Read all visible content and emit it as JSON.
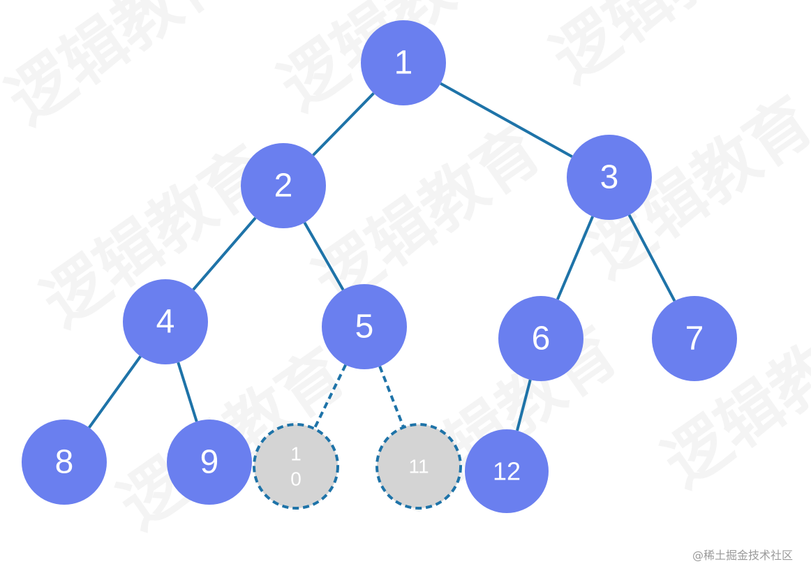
{
  "watermark": {
    "text": "逻辑教育"
  },
  "credit": "@稀土掘金技术社区",
  "colors": {
    "node_fill": "#6a7fef",
    "edge": "#1e73a8",
    "missing_fill": "#d4d4d4",
    "missing_stroke": "#1e73a8",
    "label": "#ffffff"
  },
  "tree": {
    "nodes": [
      {
        "id": "1",
        "label": "1",
        "state": "present"
      },
      {
        "id": "2",
        "label": "2",
        "state": "present"
      },
      {
        "id": "3",
        "label": "3",
        "state": "present"
      },
      {
        "id": "4",
        "label": "4",
        "state": "present"
      },
      {
        "id": "5",
        "label": "5",
        "state": "present"
      },
      {
        "id": "6",
        "label": "6",
        "state": "present"
      },
      {
        "id": "7",
        "label": "7",
        "state": "present"
      },
      {
        "id": "8",
        "label": "8",
        "state": "present"
      },
      {
        "id": "9",
        "label": "9",
        "state": "present"
      },
      {
        "id": "10",
        "label": "1\n0",
        "state": "missing"
      },
      {
        "id": "11",
        "label": "11",
        "state": "missing"
      },
      {
        "id": "12",
        "label": "12",
        "state": "present"
      }
    ],
    "edges": [
      {
        "from": "1",
        "to": "2",
        "style": "solid"
      },
      {
        "from": "1",
        "to": "3",
        "style": "solid"
      },
      {
        "from": "2",
        "to": "4",
        "style": "solid"
      },
      {
        "from": "2",
        "to": "5",
        "style": "solid"
      },
      {
        "from": "3",
        "to": "6",
        "style": "solid"
      },
      {
        "from": "3",
        "to": "7",
        "style": "solid"
      },
      {
        "from": "4",
        "to": "8",
        "style": "solid"
      },
      {
        "from": "4",
        "to": "9",
        "style": "solid"
      },
      {
        "from": "5",
        "to": "10",
        "style": "dashed"
      },
      {
        "from": "5",
        "to": "11",
        "style": "dashed"
      },
      {
        "from": "6",
        "to": "12",
        "style": "solid"
      }
    ]
  }
}
